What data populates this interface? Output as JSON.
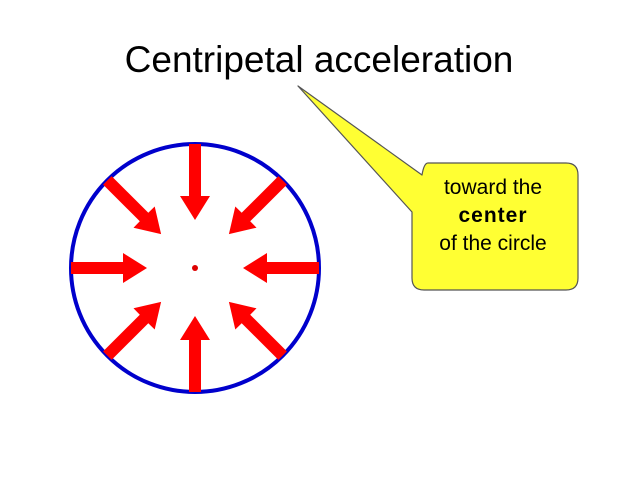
{
  "slide": {
    "title": "Centripetal acceleration"
  },
  "callout": {
    "line1": "toward the",
    "line2": "center",
    "line3": "of the circle",
    "fill_color": "#ffff33",
    "border_color": "#555555"
  },
  "circle": {
    "border_color": "#0000cc",
    "arrow_color": "#ff0000",
    "center_dot_color": "#dd0000",
    "arrow_count": 8
  }
}
